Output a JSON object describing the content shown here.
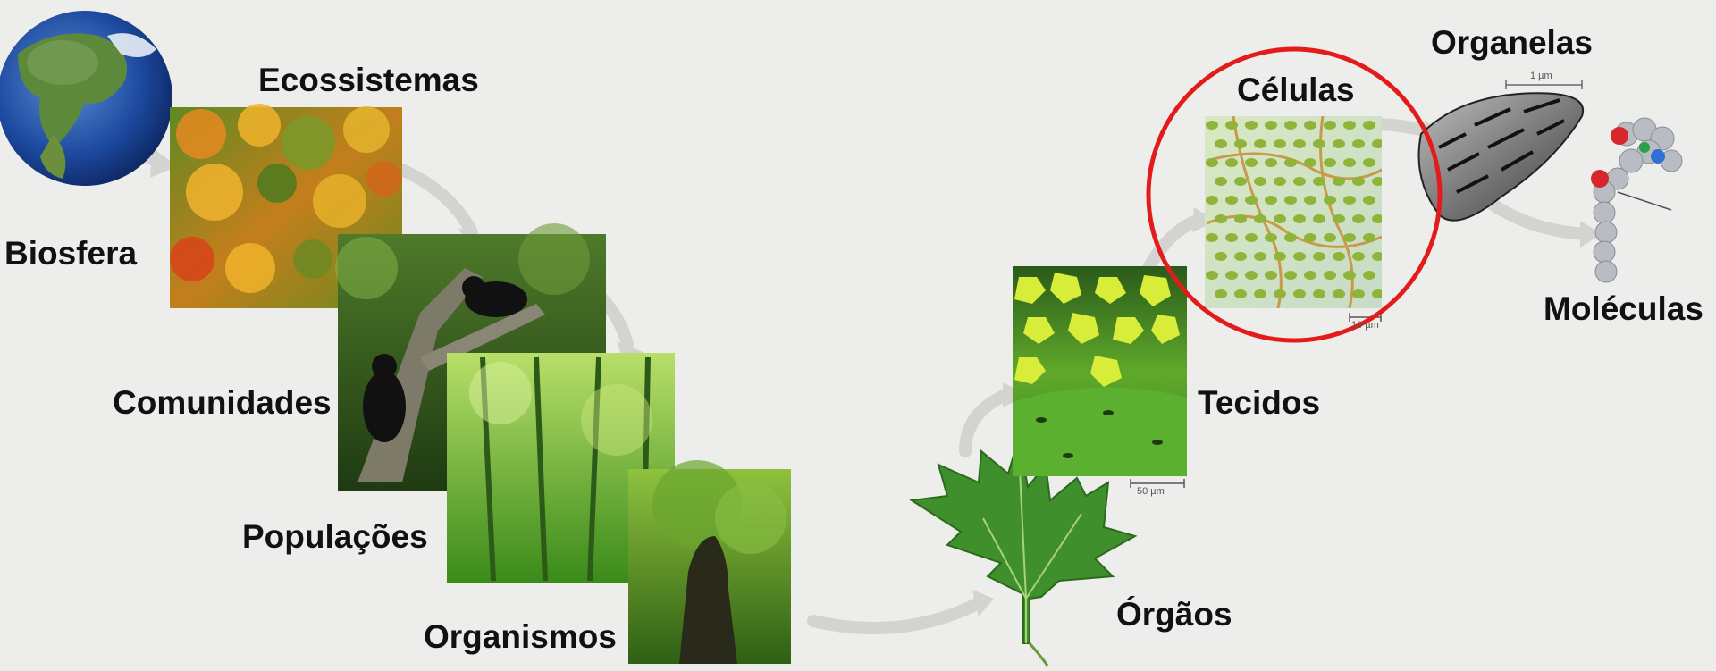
{
  "levels": {
    "biosfera": "Biosfera",
    "ecossistemas": "Ecossistemas",
    "comunidades": "Comunidades",
    "populacoes": "Populações",
    "organismos": "Organismos",
    "orgaos": "Órgãos",
    "tecidos": "Tecidos",
    "celulas": "Células",
    "organelas": "Organelas",
    "moleculas": "Moléculas"
  },
  "scale_bars": {
    "tecidos": "50 µm",
    "celulas": "10 µm",
    "organelas": "1 µm"
  },
  "highlight": {
    "target": "celulas",
    "color": "#e31b1b"
  },
  "colors": {
    "background": "#ededeb",
    "arrow": "#d3d3d1",
    "leaf": "#3f8f2c",
    "forest_green": "#3f8d23",
    "autumn_orange": "#e58a1f"
  }
}
